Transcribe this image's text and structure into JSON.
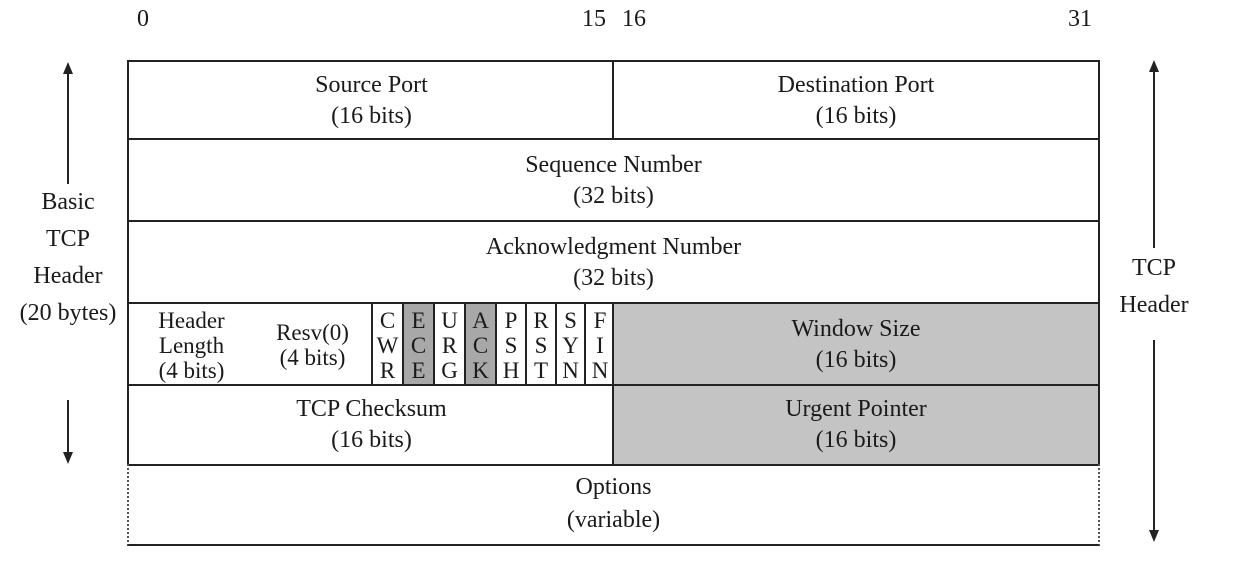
{
  "bit_positions": {
    "start": "0",
    "end_first_half": "15",
    "start_second_half": "16",
    "end": "31"
  },
  "rows": {
    "source_port": {
      "name": "Source Port",
      "size": "(16 bits)"
    },
    "destination_port": {
      "name": "Destination Port",
      "size": "(16 bits)"
    },
    "sequence_number": {
      "name": "Sequence Number",
      "size": "(32 bits)"
    },
    "ack_number": {
      "name": "Acknowledgment Number",
      "size": "(32 bits)"
    },
    "header_length": {
      "line1": "Header",
      "line2": "Length",
      "line3": "(4 bits)"
    },
    "reserved": {
      "name": "Resv(0)",
      "size": "(4 bits)"
    },
    "flags": [
      {
        "l1": "C",
        "l2": "W",
        "l3": "R",
        "highlighted": false
      },
      {
        "l1": "E",
        "l2": "C",
        "l3": "E",
        "highlighted": true
      },
      {
        "l1": "U",
        "l2": "R",
        "l3": "G",
        "highlighted": false
      },
      {
        "l1": "A",
        "l2": "C",
        "l3": "K",
        "highlighted": true
      },
      {
        "l1": "P",
        "l2": "S",
        "l3": "H",
        "highlighted": false
      },
      {
        "l1": "R",
        "l2": "S",
        "l3": "T",
        "highlighted": false
      },
      {
        "l1": "S",
        "l2": "Y",
        "l3": "N",
        "highlighted": false
      },
      {
        "l1": "F",
        "l2": "I",
        "l3": "N",
        "highlighted": false
      }
    ],
    "window_size": {
      "name": "Window Size",
      "size": "(16 bits)",
      "highlighted": true
    },
    "checksum": {
      "name": "TCP Checksum",
      "size": "(16 bits)"
    },
    "urgent_pointer": {
      "name": "Urgent Pointer",
      "size": "(16 bits)",
      "highlighted": true
    },
    "options": {
      "name": "Options",
      "size": "(variable)"
    }
  },
  "labels": {
    "basic_header": [
      "Basic",
      "TCP",
      "Header",
      "(20 bytes)"
    ],
    "tcp_header": [
      "TCP",
      "Header"
    ]
  },
  "colors": {
    "highlight": "#c4c4c4",
    "flag_highlight": "#a8a8a8",
    "line": "#222222"
  }
}
